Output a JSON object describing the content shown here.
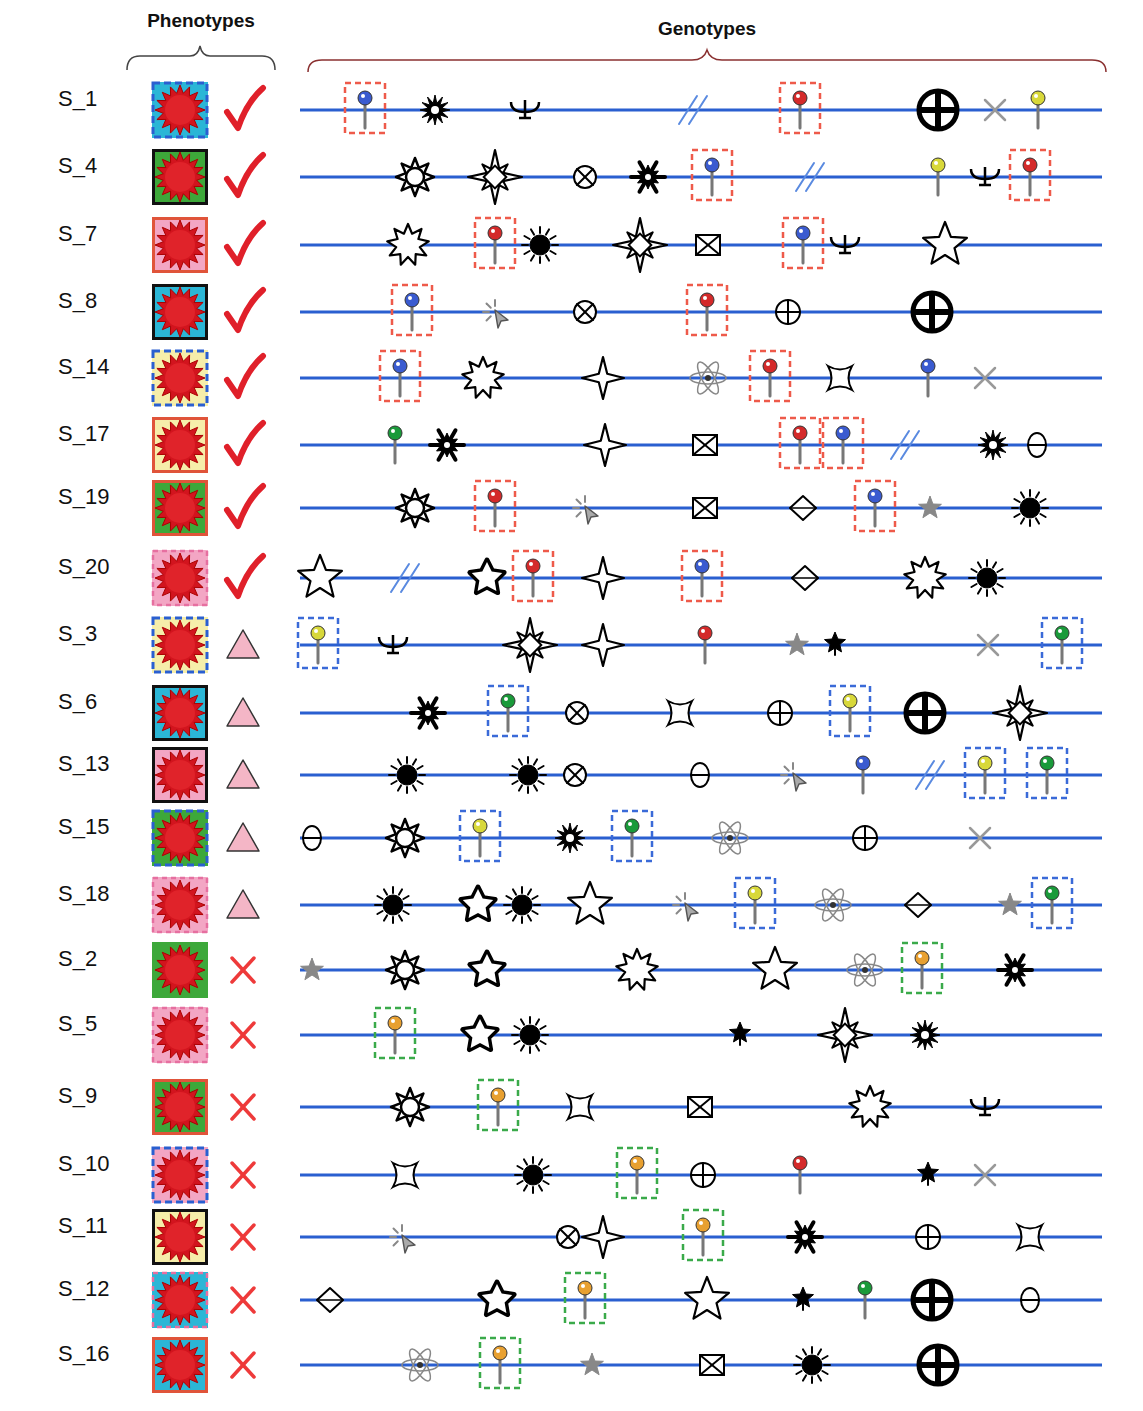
{
  "diagram": {
    "labels": [
      "Phenotypes",
      "Genotypes",
      "S_1",
      "S_4",
      "S_7",
      "S_8",
      "S_14",
      "S_17",
      "S_19",
      "S_20",
      "S_3",
      "S_6",
      "S_13",
      "S_15",
      "S_18",
      "S_2",
      "S_5",
      "S_9",
      "S_10",
      "S_11",
      "S_12",
      "S_16"
    ]
  }
}
